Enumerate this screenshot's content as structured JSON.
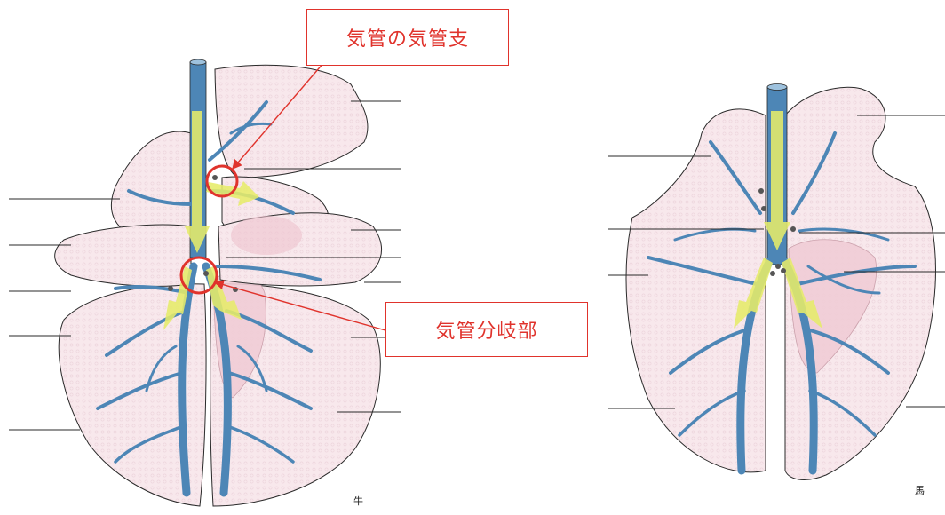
{
  "callouts": {
    "top": "気管の気管支",
    "bottom": "気管分岐部"
  },
  "species": {
    "cow": "牛",
    "horse": "馬"
  },
  "colors": {
    "lung_fill": "#f7e6ea",
    "lung_outline": "#2a2a2a",
    "airway": "#4d86b6",
    "arrow": "#e6ec6a",
    "callout": "#e0332c"
  },
  "icons": {
    "highlight_circle": "red-ring",
    "direction_arrow": "yellow-arrow"
  }
}
